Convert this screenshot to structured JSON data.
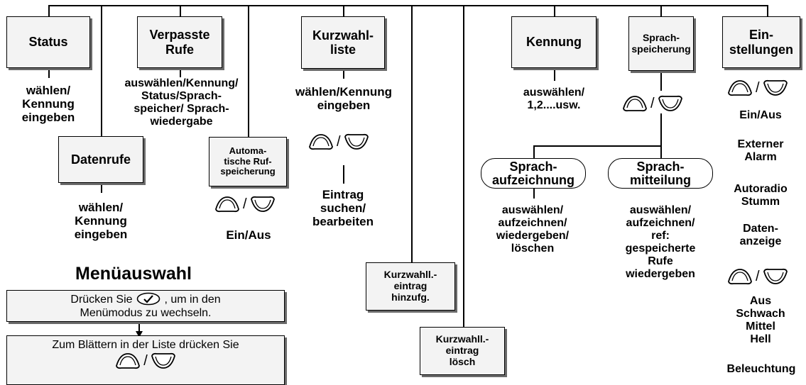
{
  "boxes": {
    "status": "Status",
    "missed_calls": "Verpasste\nRufe",
    "speed_dial_list": "Kurzwahl-\nliste",
    "identity": "Kennung",
    "voice_storage": "Sprach-\nspeicherung",
    "settings": "Ein-\nstellungen",
    "data_calls": "Datenrufe",
    "auto_call_storage": "Automa-\ntische Ruf-\nspeicherung",
    "speed_dial_add": "Kurzwahll.-\neintrag\nhinzufg.",
    "speed_dial_delete": "Kurzwahll.-\neintrag\nlösch"
  },
  "pills": {
    "voice_recording": "Sprach-\naufzeichnung",
    "voice_message": "Sprach-\nmitteilung"
  },
  "texts": {
    "status_action": "wählen/\nKennung\neingeben",
    "missed_action": "auswählen/Kennung/\nStatus/Sprach-\nspeicher/ Sprach-\nwiedergabe",
    "speed_action": "wählen/Kennung\neingeben",
    "speed_entry": "Eintrag\nsuchen/\nbearbeiten",
    "identity_action": "auswählen/\n1,2....usw.",
    "settings_onoff": "Ein/Aus",
    "settings_ext_alarm": "Externer\nAlarm",
    "settings_car_radio": "Autoradio\nStumm",
    "settings_data_display": "Daten-\nanzeige",
    "settings_levels": "Aus\nSchwach\nMittel\nHell",
    "settings_lighting": "Beleuchtung",
    "data_action": "wählen/\nKennung\neingeben",
    "auto_onoff": "Ein/Aus",
    "recording_action": "auswählen/\naufzeichnen/\nwiedergeben/\nlöschen",
    "message_action": "auswählen/\naufzeichnen/\nref:\ngespeicherte\nRufe\nwiedergeben",
    "nav_separator": "/"
  },
  "menu": {
    "title": "Menüauswahl",
    "step1_before": "Drücken Sie",
    "step1_after": ", um in den",
    "step1_line2": "Menümodus zu wechseln.",
    "step2_line1": "Zum Blättern in der Liste drücken Sie"
  },
  "icons": [
    "scroll-up-key-icon",
    "scroll-down-key-icon",
    "ok-check-key-icon"
  ]
}
